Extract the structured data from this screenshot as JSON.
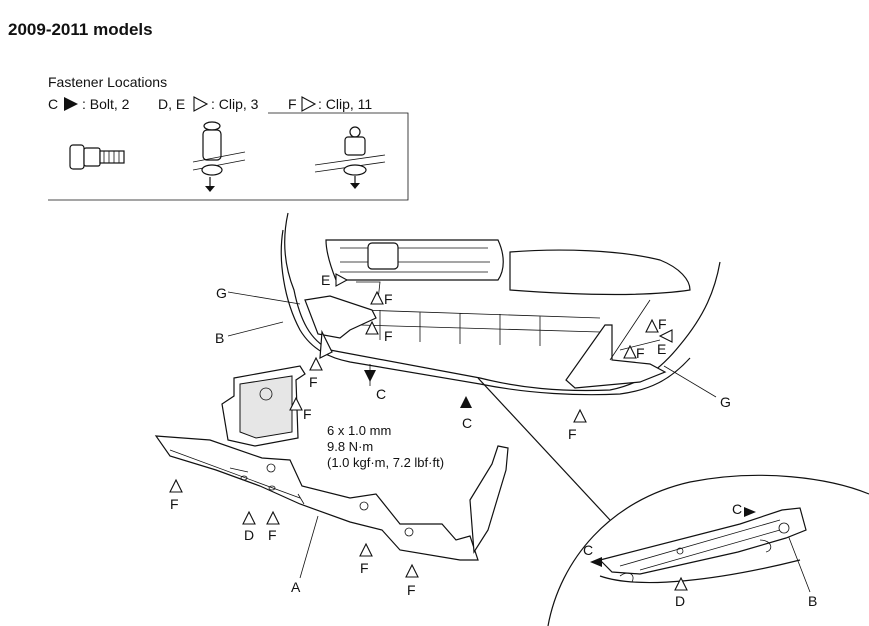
{
  "title": "2009-2011 models",
  "fastener_box": {
    "heading": "Fastener Locations",
    "items": [
      {
        "letters": "C",
        "marker": "filled-triangle",
        "desc": ": Bolt, 2"
      },
      {
        "letters": "D, E",
        "marker": "open-triangle",
        "desc": ": Clip, 3"
      },
      {
        "letters": "F",
        "marker": "open-triangle",
        "desc": ": Clip, 11"
      }
    ],
    "icons": [
      "bolt-icon",
      "clip-icon",
      "clip-icon"
    ]
  },
  "torque_spec": {
    "size": "6 x 1.0 mm",
    "torque_nm": "9.8 N·m",
    "torque_alt": "(1.0 kgf·m, 7.2 lbf·ft)"
  },
  "callouts": {
    "a": "A",
    "b": "B",
    "c": "C",
    "d": "D",
    "e": "E",
    "f": "F",
    "g": "G"
  }
}
